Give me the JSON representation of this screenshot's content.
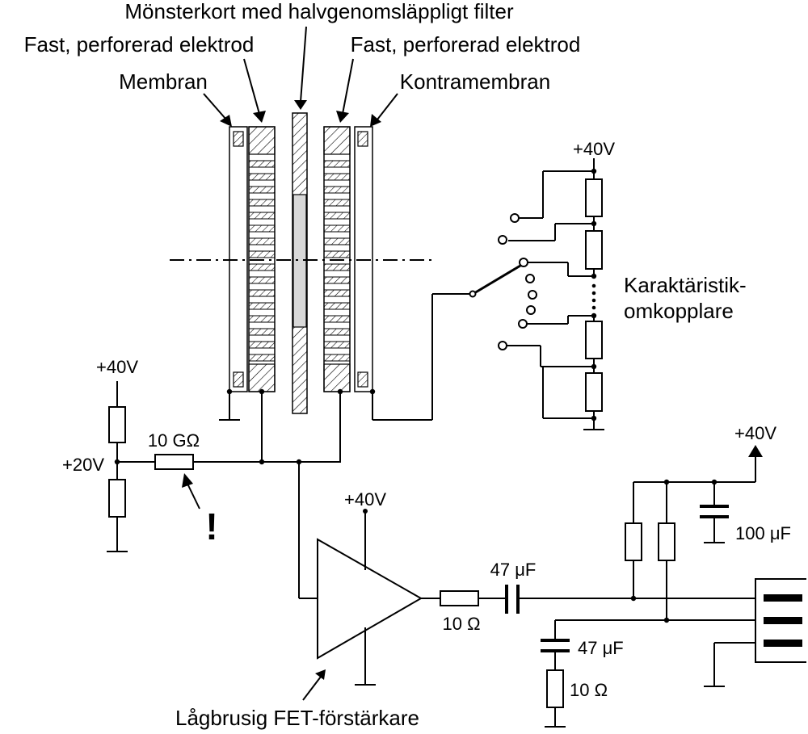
{
  "labels": {
    "pcb_filter": "Mönsterkort med halvgenomsläppligt filter",
    "fixed_electrode_left": "Fast, perforerad elektrod",
    "fixed_electrode_right": "Fast, perforerad elektrod",
    "membrane": "Membran",
    "counter_membrane": "Kontramembran",
    "selector_line1": "Karaktäristik-",
    "selector_line2": "omkopplare",
    "amplifier": "Lågbrusig FET-förstärkare",
    "warning_mark": "!"
  },
  "values": {
    "v_top_switch": "+40V",
    "v_divider_top": "+40V",
    "v_mid": "+20V",
    "r_bias": "10 GΩ",
    "v_amp": "+40V",
    "v_out_top": "+40V",
    "c_out": "47 μF",
    "r_out": "10 Ω",
    "c_supply": "100 μF",
    "c_lower": "47 μF",
    "r_lower": "10 Ω"
  }
}
